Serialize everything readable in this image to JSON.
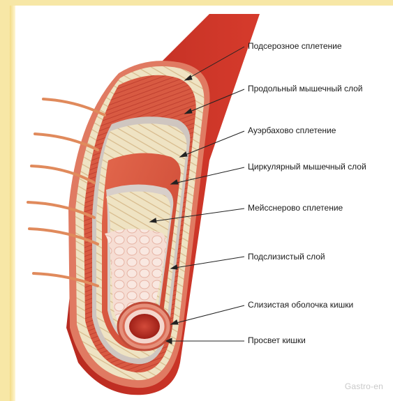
{
  "labels": [
    "Подсерозное сплетение",
    "Продольный мышечный слой",
    "Ауэрбахово сплетение",
    "Циркулярный мышечный слой",
    "Мейсснерово сплетение",
    "Подслизистый слой",
    "Слизистая оболочка кишки",
    "Просвет кишки"
  ],
  "watermark": "Gastro-en",
  "colors": {
    "serosa": "#c8372b",
    "muscle": "#d9553e",
    "plexus": "#ece0bd",
    "submucosa": "#f3d2c6",
    "lumen": "#b8291e",
    "frame": "#f7e7a6"
  }
}
